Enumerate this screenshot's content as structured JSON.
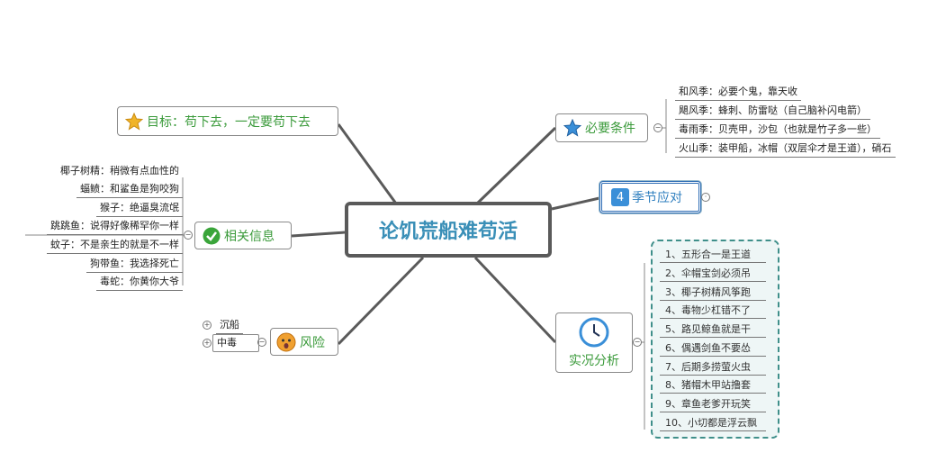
{
  "center": "论饥荒船难苟活",
  "goal": "目标：苟下去，一定要苟下去",
  "info": {
    "label": "相关信息",
    "items": [
      "椰子树精：稍微有点血性的",
      "蝠鲼：和鲨鱼是狗咬狗",
      "猴子：绝逼臭流氓",
      "跳跳鱼：说得好像稀罕你一样",
      "蚊子：不是亲生的就是不一样",
      "狗带鱼：我选择死亡",
      "毒蛇：你黄你大爷"
    ]
  },
  "risk": {
    "label": "风险",
    "items": [
      "沉船",
      "中毒"
    ]
  },
  "needs": {
    "label": "必要条件",
    "items": [
      "和风季：必要个鬼，靠天收",
      "飓风季：蜂刺、防雷哒（自己脑补闪电箭）",
      "毒雨季：贝壳甲，沙包（也就是竹子多一些）",
      "火山季：装甲船，冰帽（双层伞才是王道），硝石"
    ]
  },
  "season": {
    "label": "季节应对",
    "badge": "4"
  },
  "analysis": {
    "label": "实况分析",
    "items": [
      "1、五形合一是王道",
      "2、伞帽宝剑必须吊",
      "3、椰子树精风筝跑",
      "4、毒物少杠错不了",
      "5、路见鲸鱼就是干",
      "6、偶遇剑鱼不要怂",
      "7、后期多捞萤火虫",
      "8、猪帽木甲站撸套",
      "9、章鱼老爹开玩笑",
      "10、小切都是浮云飘"
    ]
  }
}
